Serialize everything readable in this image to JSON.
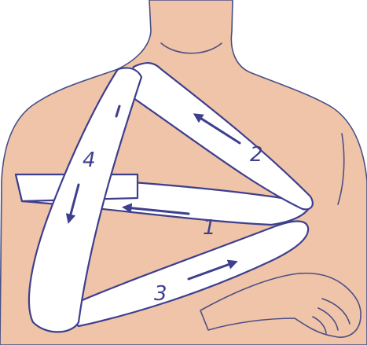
{
  "labels": {
    "band_1": "1",
    "band_2": "2",
    "band_3": "3",
    "band_4": "4"
  },
  "colors": {
    "skin": "#f0c4a8",
    "outline": "#4a4f86",
    "bandage": "#ffffff",
    "bandage_outline": "#3d3f8f"
  }
}
